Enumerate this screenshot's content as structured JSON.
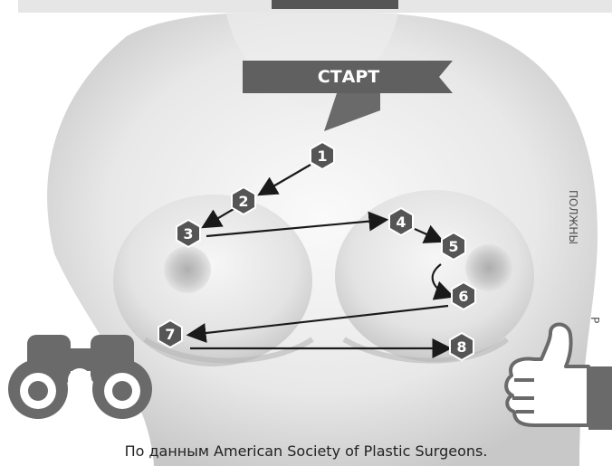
{
  "banner": {
    "label": "СТАРТ"
  },
  "steps": [
    "1",
    "2",
    "3",
    "4",
    "5",
    "6",
    "7",
    "8"
  ],
  "caption": "По данным American Society of Plastic Surgeons.",
  "side_text": "ПОЛЖНЫ",
  "side_text_2": "Р",
  "colors": {
    "marker": "#555555",
    "banner": "#606060",
    "icon": "#6a6a6a",
    "skin_light": "#f2f2f2",
    "skin_dark": "#cfcfcf",
    "arrow": "#1a1a1a"
  },
  "icons": {
    "left": "binoculars-icon",
    "right": "thumbs-up-icon"
  }
}
